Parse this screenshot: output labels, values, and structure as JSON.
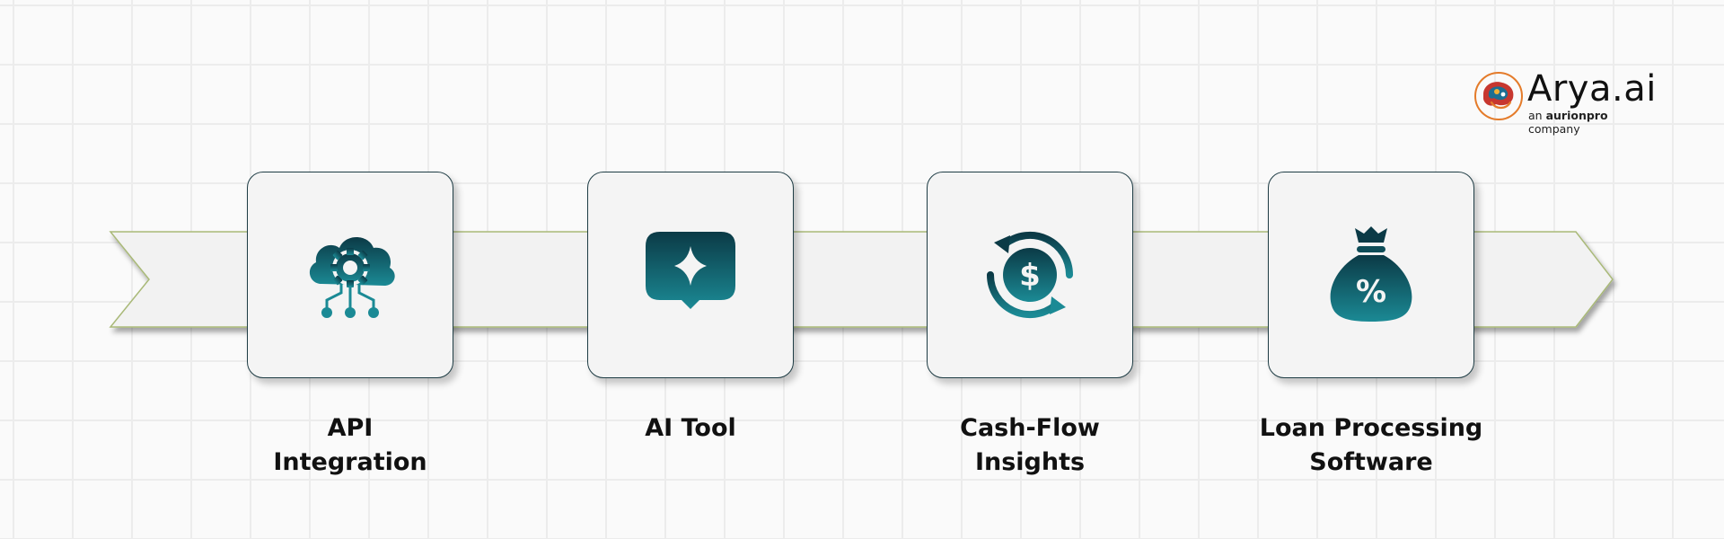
{
  "brand": {
    "name": "Arya.ai",
    "tagline_prefix": "an",
    "tagline_brand": "aurionpro",
    "tagline_suffix": "company"
  },
  "colors": {
    "icon_dark": "#0b3a46",
    "icon_light": "#1b8a95",
    "card_border": "#1f3d45",
    "band_outline": "#a9b978"
  },
  "steps": [
    {
      "icon": "cloud-gear-network-icon",
      "label_lines": [
        "API",
        "Integration"
      ]
    },
    {
      "icon": "ai-sparkle-chat-icon",
      "label_lines": [
        "AI Tool"
      ]
    },
    {
      "icon": "cash-flow-cycle-icon",
      "label_lines": [
        "Cash-Flow",
        "Insights"
      ]
    },
    {
      "icon": "money-bag-percent-icon",
      "label_lines": [
        "Loan Processing",
        "Software"
      ]
    }
  ]
}
